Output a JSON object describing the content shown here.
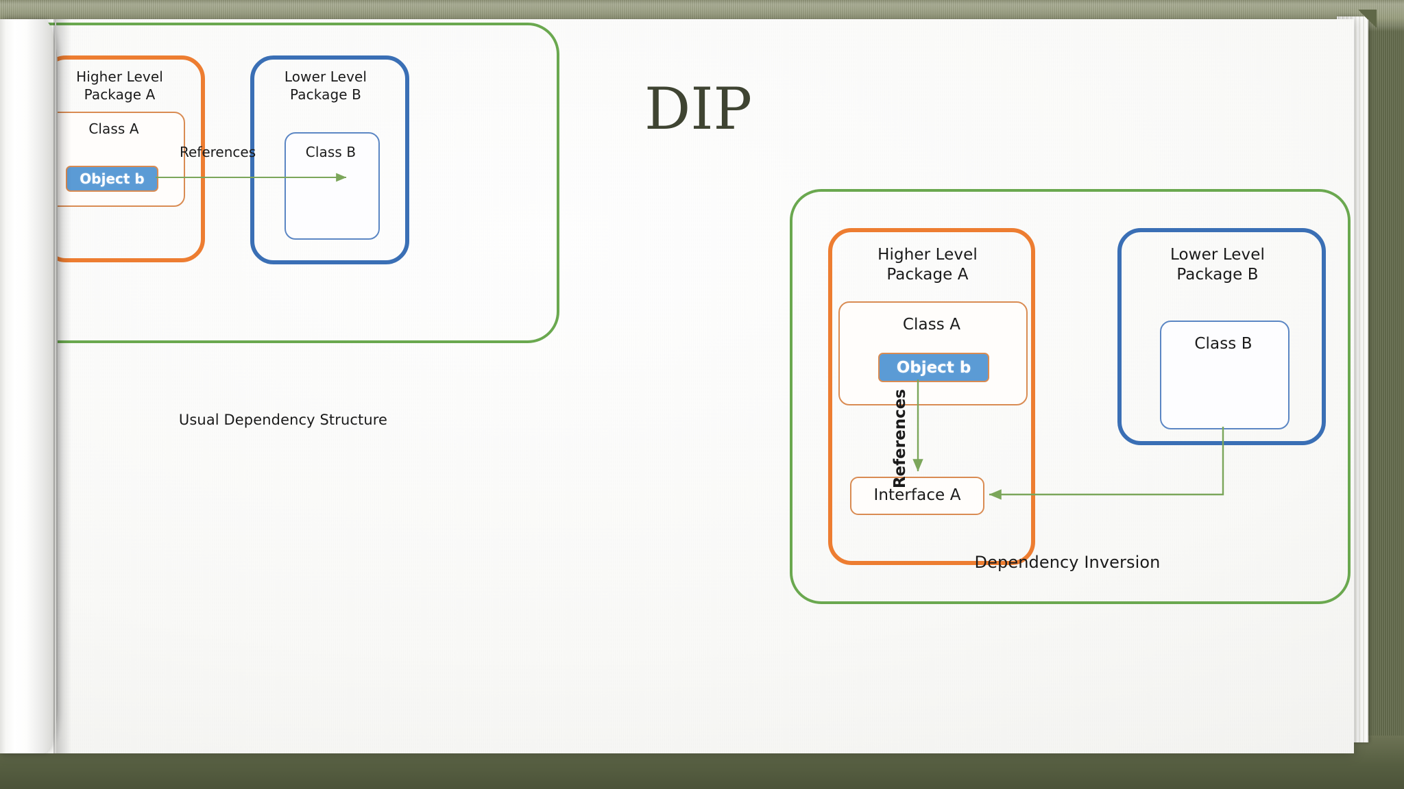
{
  "slide": {
    "title": "DIP",
    "title_color": "#3f4432",
    "background_color": "#fafaf8",
    "binder_color": "#5e6646"
  },
  "palette": {
    "scope_green": "#6aa84f",
    "package_orange": "#ed7d31",
    "package_blue": "#3a6fb5",
    "object_blue_fill": "#5b9bd5",
    "class_border_orange": "#d98b52",
    "class_border_blue": "#5b86c4",
    "arrow_green": "#7ba65a",
    "text_dark": "#1a1a1a"
  },
  "diagrams": [
    {
      "id": "usual-dependency-structure",
      "caption": "Usual Dependency Structure",
      "packages": [
        {
          "id": "higher-level-package-a",
          "title_line1": "Higher Level",
          "title_line2": "Package A",
          "accent": "#ed7d31",
          "classes": [
            {
              "id": "class-a",
              "label": "Class A",
              "members": [
                {
                  "id": "object-b",
                  "label": "Object b"
                }
              ]
            }
          ]
        },
        {
          "id": "lower-level-package-b",
          "title_line1": "Lower Level",
          "title_line2": "Package B",
          "accent": "#3a6fb5",
          "classes": [
            {
              "id": "class-b",
              "label": "Class B",
              "members": []
            }
          ]
        }
      ],
      "connections": [
        {
          "id": "object-b-references-class-b",
          "label": "References",
          "from": "object-b",
          "to": "class-b",
          "direction": "left-to-right"
        }
      ]
    },
    {
      "id": "dependency-inversion",
      "caption": "Dependency Inversion",
      "packages": [
        {
          "id": "higher-level-package-a-inverted",
          "title_line1": "Higher Level",
          "title_line2": "Package A",
          "accent": "#ed7d31",
          "classes": [
            {
              "id": "class-a-inverted",
              "label": "Class A",
              "members": [
                {
                  "id": "object-b-inverted",
                  "label": "Object b"
                }
              ]
            }
          ],
          "interfaces": [
            {
              "id": "interface-a",
              "label": "Interface A"
            }
          ]
        },
        {
          "id": "lower-level-package-b-inverted",
          "title_line1": "Lower Level",
          "title_line2": "Package B",
          "accent": "#3a6fb5",
          "classes": [
            {
              "id": "class-b-inverted",
              "label": "Class B",
              "members": []
            }
          ]
        }
      ],
      "connections": [
        {
          "id": "object-b-references-interface-a",
          "label": "References",
          "from": "object-b-inverted",
          "to": "interface-a",
          "direction": "top-to-bottom"
        },
        {
          "id": "class-b-implements-interface-a",
          "label": "",
          "from": "class-b-inverted",
          "to": "interface-a",
          "direction": "right-to-left"
        }
      ]
    }
  ]
}
